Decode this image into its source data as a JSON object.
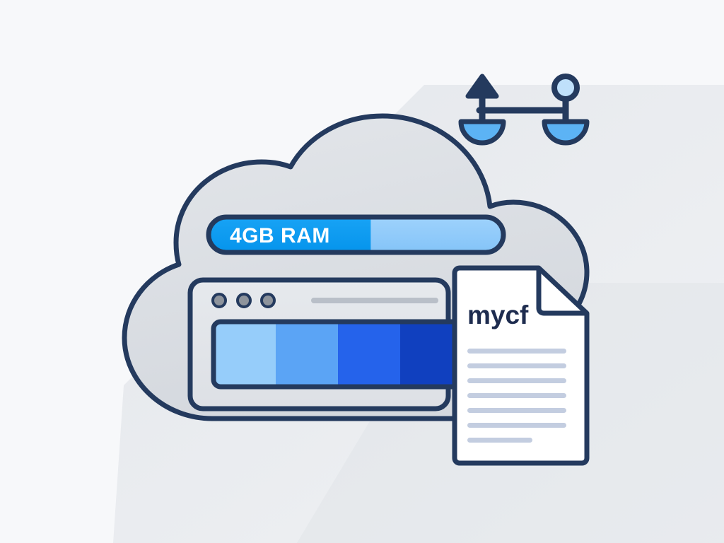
{
  "scene": {
    "title": "cloud-server-ram-illustration",
    "background_color": "#f7f8fa"
  },
  "palette": {
    "outline": "#243a5e",
    "cloud_fill": "#dcdfe4",
    "cloud_fill_light": "#e4e7eb",
    "shadow": "#e3e6eb",
    "window_fill": "#e2e5e9",
    "doc_fill": "#ffffff",
    "doc_line": "#c3cde0",
    "dot_fill": "#8e949c",
    "addressbar_fill": "#b9bfc8",
    "ram_track": "#8ecbfb",
    "ram_fill": "#0b9bf0",
    "scale_pan": "#5cb3f5",
    "scale_knob": "#bfe0fb"
  },
  "ram_bar": {
    "label": "4GB RAM",
    "percent_filled": 55,
    "track_color": "#8ecbfb",
    "fill_color": "#0b9bf0"
  },
  "window": {
    "traffic_lights": [
      "dot-1",
      "dot-2",
      "dot-3"
    ],
    "address_bar": "address-bar-line",
    "swatches": [
      {
        "name": "swatch-1",
        "color": "#96cdfa"
      },
      {
        "name": "swatch-2",
        "color": "#5ba4f5"
      },
      {
        "name": "swatch-3",
        "color": "#2563eb"
      },
      {
        "name": "swatch-4",
        "color": "#1040bf"
      }
    ]
  },
  "document": {
    "label": "mycf",
    "line_count": 7,
    "lines": [
      {
        "name": "doc-line-1",
        "width": 140
      },
      {
        "name": "doc-line-2",
        "width": 140
      },
      {
        "name": "doc-line-3",
        "width": 140
      },
      {
        "name": "doc-line-4",
        "width": 140
      },
      {
        "name": "doc-line-5",
        "width": 140
      },
      {
        "name": "doc-line-6",
        "width": 140
      },
      {
        "name": "doc-line-7",
        "width": 92
      }
    ]
  },
  "balance_icon": {
    "name": "balance-scale-icon",
    "left_arm": "up-arrow",
    "right_arm": "circle-knob",
    "pan_color": "#5cb3f5",
    "knob_color": "#bfe0fb"
  }
}
